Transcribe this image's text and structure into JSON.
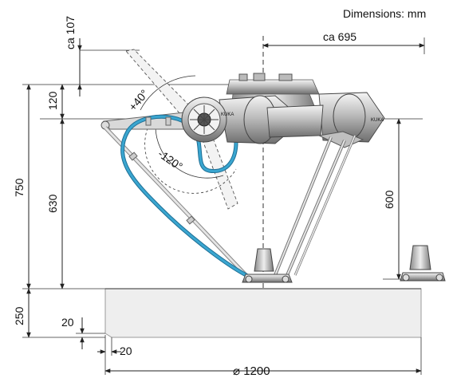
{
  "units_note": "Dimensions: mm",
  "dimensions": {
    "top_offset": "ca 107",
    "reach": "ca 695",
    "upper_height": "120",
    "total_height": "750",
    "arm_height": "630",
    "stroke_height": "600",
    "base_height": "250",
    "base_recess_height": "20",
    "base_recess_width": "20",
    "work_diameter": "⌀ 1200"
  },
  "angles": {
    "up": "+40°",
    "down": "-120°"
  },
  "colors": {
    "cable": "#3aa6d0",
    "base_fill": "#eeeeee",
    "robot_metal": "#c8c8c8"
  }
}
